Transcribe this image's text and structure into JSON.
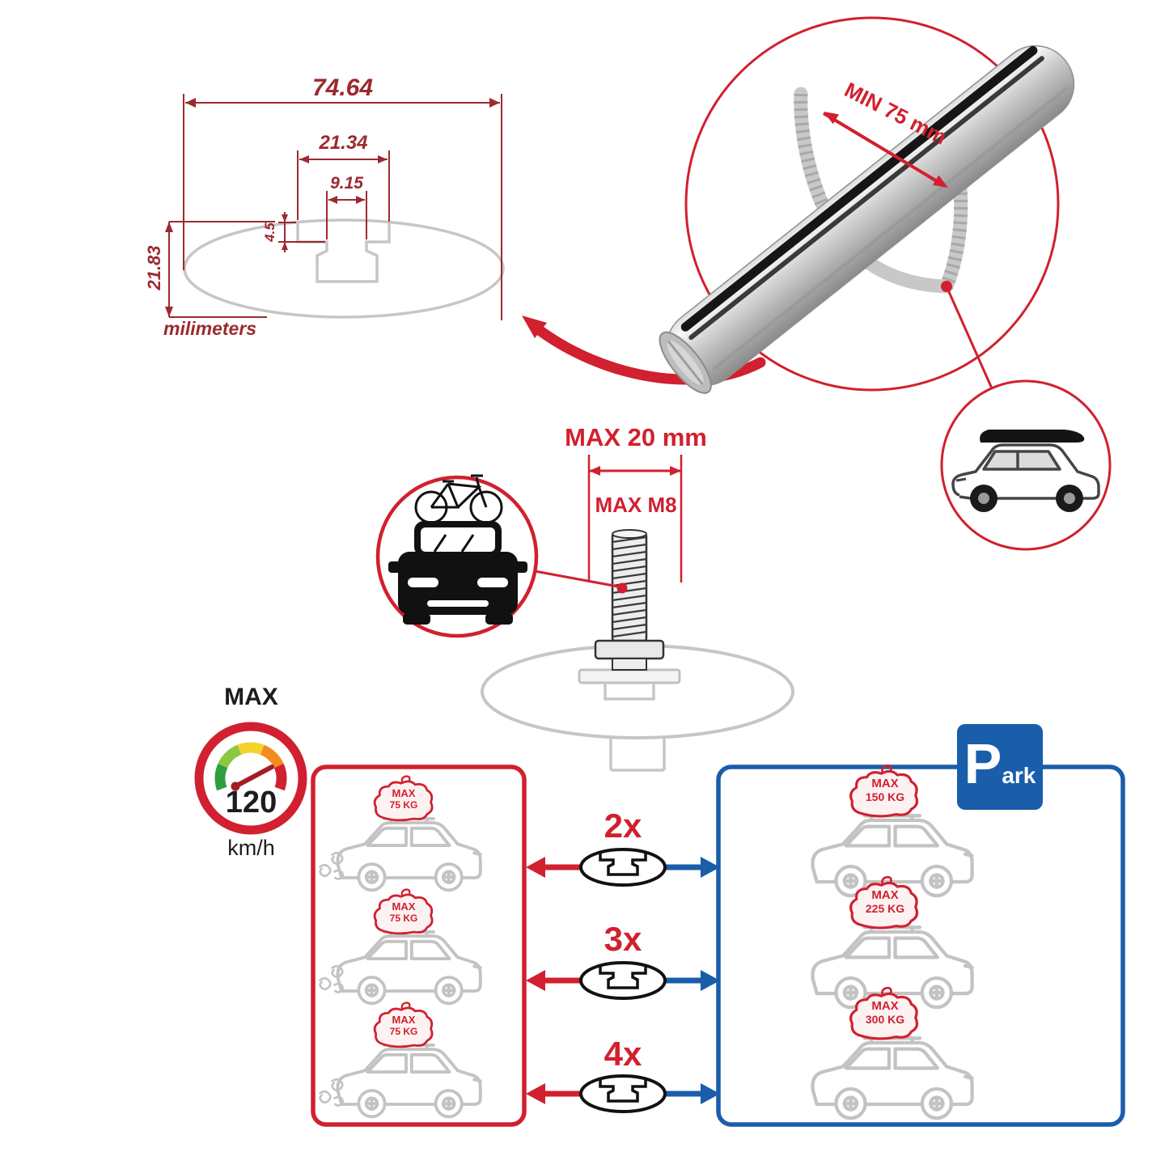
{
  "colors": {
    "red": "#d1202f",
    "blue": "#1a5dab",
    "dim": "#9c2a2f",
    "gray": "#c6c6c6"
  },
  "profile_drawing": {
    "total_width_mm": "74.64",
    "outer_slot_width_mm": "21.34",
    "inner_slot_width_mm": "9.15",
    "slot_depth_mm": "4.5",
    "total_height_mm": "21.83",
    "unit_label": "milimeters"
  },
  "clamp_detail": {
    "min_span_label": "MIN 75 mm"
  },
  "bolt_detail": {
    "max_length_label": "MAX 20 mm",
    "max_thread_label": "MAX M8"
  },
  "speed_limit": {
    "label": "MAX",
    "value": "120",
    "unit": "km/h"
  },
  "driving_panel": {
    "cars": [
      {
        "load_label": "MAX",
        "load_value": "75 KG"
      },
      {
        "load_label": "MAX",
        "load_value": "75 KG"
      },
      {
        "load_label": "MAX",
        "load_value": "75 KG"
      }
    ]
  },
  "bar_counts": [
    {
      "label": "2x"
    },
    {
      "label": "3x"
    },
    {
      "label": "4x"
    }
  ],
  "parking_panel": {
    "sign_letter": "P",
    "sign_rest": "ark",
    "cars": [
      {
        "load_label": "MAX",
        "load_value": "150 KG"
      },
      {
        "load_label": "MAX",
        "load_value": "225 KG"
      },
      {
        "load_label": "MAX",
        "load_value": "300 KG"
      }
    ]
  }
}
